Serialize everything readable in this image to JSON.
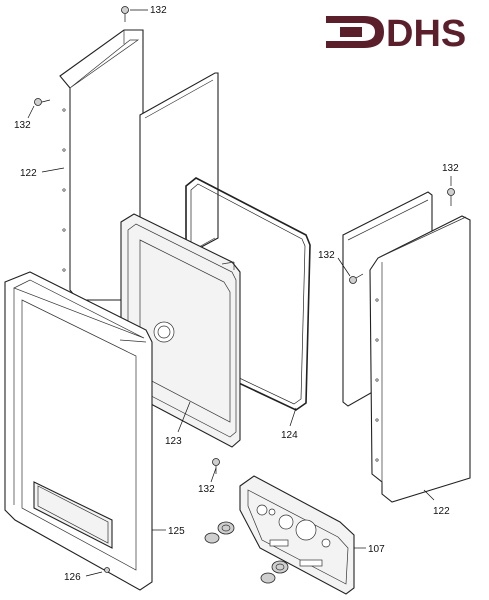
{
  "logo": {
    "text": "DHS",
    "color": "#5a1f2b"
  },
  "labels": {
    "screw_top": "132",
    "screw_left": "132",
    "side_panel_left": "122",
    "screw_right_top": "132",
    "screw_right_mid": "132",
    "chamber": "123",
    "gasket": "124",
    "screw_bottom": "132",
    "front_panel": "125",
    "side_panel_right": "122",
    "control_panel": "107",
    "front_foot": "126"
  },
  "colors": {
    "line": "#222222",
    "panel": "#f3f3f3",
    "screw": "#cfcfcf"
  }
}
